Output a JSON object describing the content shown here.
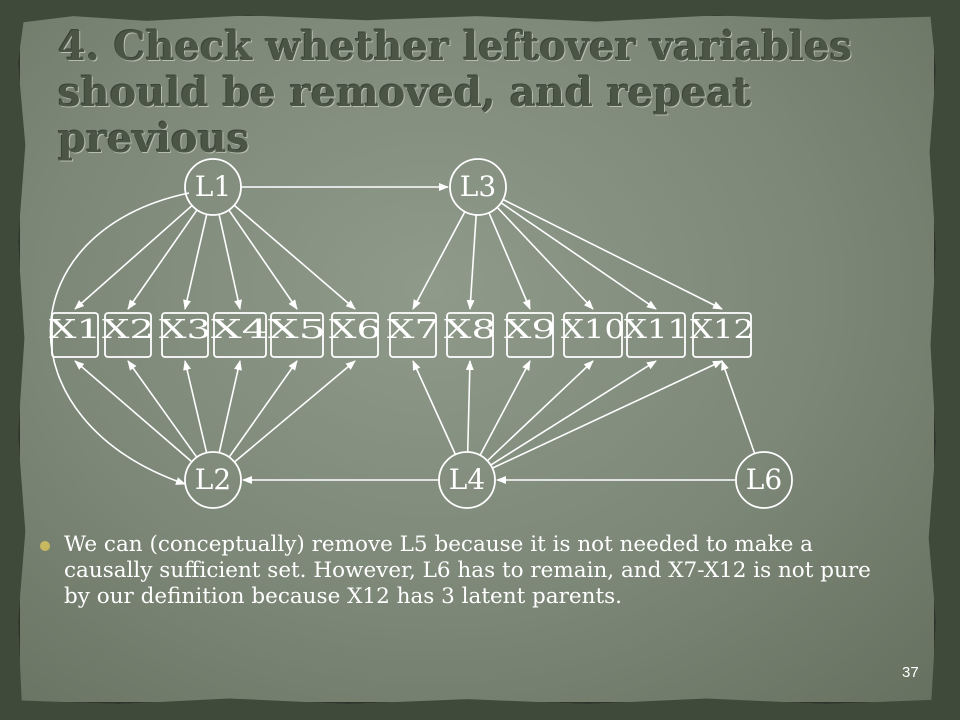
{
  "slide": {
    "title_line1": "4. Check whether leftover variables",
    "title_line2": "should be removed, and repeat previous",
    "bullet": "We can (conceptually) remove L5 because it is not needed to make a causally sufficient set. However,  L6 has to remain, and X7-X12 is not pure by our definition because X12 has 3 latent parents.",
    "page_number": "37"
  },
  "diagram": {
    "latents": [
      {
        "id": "L1",
        "label": "L1"
      },
      {
        "id": "L3",
        "label": "L3"
      },
      {
        "id": "L2",
        "label": "L2"
      },
      {
        "id": "L4",
        "label": "L4"
      },
      {
        "id": "L6",
        "label": "L6"
      }
    ],
    "observed": [
      "X1",
      "X2",
      "X3",
      "X4",
      "X5",
      "X6",
      "X7",
      "X8",
      "X9",
      "X10",
      "X11",
      "X12"
    ],
    "edges": [
      [
        "L1",
        "L3"
      ],
      [
        "L1",
        "L2"
      ],
      [
        "L4",
        "L2"
      ],
      [
        "L6",
        "L4"
      ],
      [
        "L1",
        "X1"
      ],
      [
        "L1",
        "X2"
      ],
      [
        "L1",
        "X3"
      ],
      [
        "L1",
        "X4"
      ],
      [
        "L1",
        "X5"
      ],
      [
        "L1",
        "X6"
      ],
      [
        "L3",
        "X7"
      ],
      [
        "L3",
        "X8"
      ],
      [
        "L3",
        "X9"
      ],
      [
        "L3",
        "X10"
      ],
      [
        "L3",
        "X11"
      ],
      [
        "L3",
        "X12"
      ],
      [
        "L2",
        "X1"
      ],
      [
        "L2",
        "X2"
      ],
      [
        "L2",
        "X3"
      ],
      [
        "L2",
        "X4"
      ],
      [
        "L2",
        "X5"
      ],
      [
        "L2",
        "X6"
      ],
      [
        "L4",
        "X7"
      ],
      [
        "L4",
        "X8"
      ],
      [
        "L4",
        "X9"
      ],
      [
        "L4",
        "X10"
      ],
      [
        "L4",
        "X11"
      ],
      [
        "L4",
        "X12"
      ],
      [
        "L6",
        "X12"
      ]
    ]
  },
  "colors": {
    "line": "#ffffff",
    "title_text": "#4a5546",
    "bullet": "#c8b860"
  }
}
